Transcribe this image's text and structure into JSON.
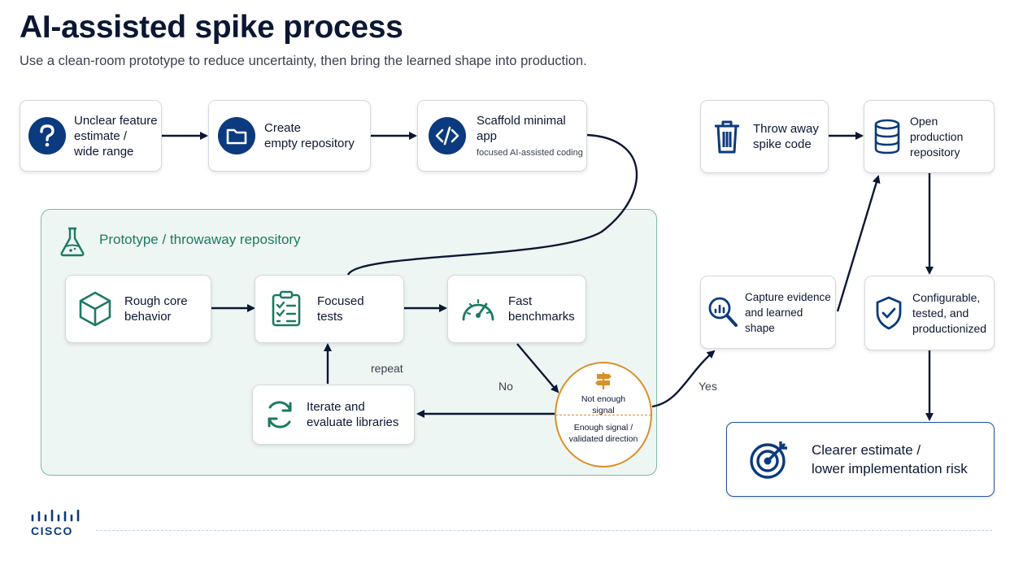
{
  "header": {
    "title": "AI-assisted spike process",
    "subtitle": "Use a clean-room prototype to reduce uncertainty, then bring the learned shape into production."
  },
  "nodes": {
    "unclear": {
      "line1": "Unclear feature",
      "line2": "estimate /",
      "line3": "wide range",
      "icon": "question-icon"
    },
    "create_repo": {
      "line1": "Create",
      "line2": "empty repository",
      "icon": "folder-icon"
    },
    "scaffold": {
      "line1": "Scaffold minimal",
      "line2": "app",
      "sub": "focused AI-assisted coding",
      "icon": "code-icon"
    },
    "throw_away": {
      "line1": "Throw away",
      "line2": "spike code",
      "icon": "trash-icon"
    },
    "open_prod": {
      "line1": "Open production",
      "line2": "repository",
      "icon": "database-icon"
    },
    "rough_core": {
      "line1": "Rough core",
      "line2": "behavior",
      "icon": "cube-icon"
    },
    "focused_tests": {
      "line1": "Focused",
      "line2": "tests",
      "icon": "checklist-icon"
    },
    "fast_bench": {
      "line1": "Fast",
      "line2": "benchmarks",
      "icon": "gauge-icon"
    },
    "iterate": {
      "line1": "Iterate and",
      "line2": "evaluate libraries",
      "icon": "refresh-icon"
    },
    "capture": {
      "line1": "Capture evidence",
      "line2": "and learned shape",
      "icon": "magnifier-chart-icon"
    },
    "configurable": {
      "line1": "Configurable,",
      "line2": "tested, and",
      "line3": "productionized",
      "icon": "shield-check-icon"
    },
    "outcome": {
      "line1": "Clearer estimate /",
      "line2": "lower implementation risk",
      "icon": "target-icon"
    }
  },
  "panel": {
    "title": "Prototype / throwaway repository",
    "icon": "flask-icon"
  },
  "decision": {
    "top": "Not enough signal",
    "bottom": "Enough signal / validated direction",
    "icon": "signpost-icon"
  },
  "flow_labels": {
    "repeat": "repeat",
    "no": "No",
    "yes": "Yes"
  },
  "footer": {
    "logo": "CISCO",
    "logo_icon": "cisco-bars-icon"
  },
  "colors": {
    "navy": "#0b1733",
    "accent_blue": "#0b3a7e",
    "teal": "#1c7a63",
    "decision_orange": "#d9902b"
  }
}
